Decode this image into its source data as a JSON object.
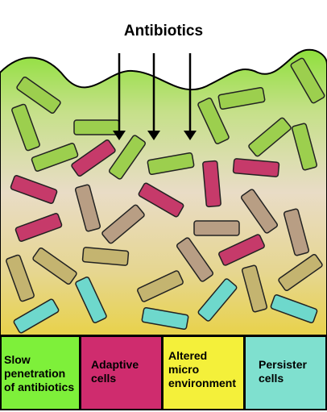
{
  "title": "Antibiotics",
  "legend": [
    {
      "label": "Slow\npenetration\nof antibiotics",
      "color": "#7ef03a"
    },
    {
      "label": "Adaptive\ncells",
      "color": "#cf2c6e"
    },
    {
      "label": "Altered\nmicro\nenvironment",
      "color": "#f4f03a"
    },
    {
      "label": "Persister\ncells",
      "color": "#7fe0cf"
    }
  ],
  "colors": {
    "green": "#9ccf4e",
    "magenta": "#c63a6a",
    "brown": "#b89e84",
    "teal": "#6ed8cc",
    "olive": "#c4b470",
    "arrow": "#000000"
  }
}
